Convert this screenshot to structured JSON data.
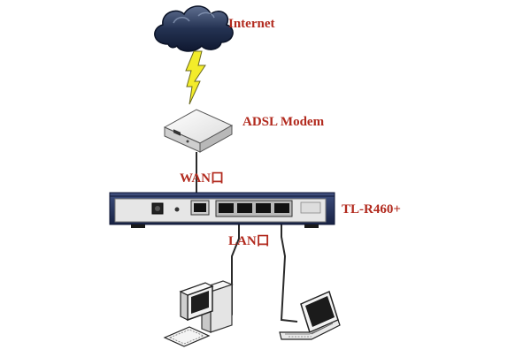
{
  "labels": {
    "internet": "Internet",
    "modem": "ADSL Modem",
    "wan": "WAN口",
    "router": "TL-R460+",
    "lan": "LAN口"
  },
  "colors": {
    "label": "#b22a1e",
    "cloud": "#1c2a44",
    "lightning": "#f3ec2a",
    "router_body": "#26325c",
    "cable": "#2a2a2a",
    "device_body": "#f2f2f2"
  },
  "icons": [
    "cloud-icon",
    "lightning-icon",
    "modem-icon",
    "router-icon",
    "desktop-computer-icon",
    "laptop-icon"
  ]
}
